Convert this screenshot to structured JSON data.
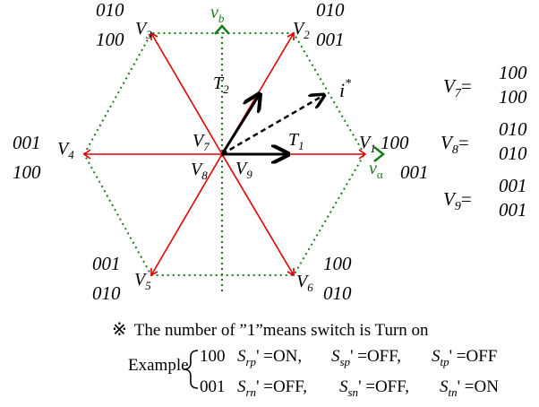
{
  "colors": {
    "vector": "#e00000",
    "boundary": "#1a7a1a",
    "axis": "#1a7a1a",
    "black": "#000000"
  },
  "diagram": {
    "vectors": {
      "v1": {
        "base": "V",
        "sub": "1",
        "code_top": "100",
        "code_bottom": ""
      },
      "v2": {
        "base": "V",
        "sub": "2",
        "code_top": "010",
        "code_bottom": "001"
      },
      "v3": {
        "base": "V",
        "sub": "3",
        "code_top": "010",
        "code_bottom": "100"
      },
      "v4": {
        "base": "V",
        "sub": "4",
        "code_top": "001",
        "code_bottom": "100"
      },
      "v5": {
        "base": "V",
        "sub": "5",
        "code_top": "001",
        "code_bottom": "010"
      },
      "v6": {
        "base": "V",
        "sub": "6",
        "code_top": "100",
        "code_bottom": "010"
      },
      "v7": {
        "base": "V",
        "sub": "7"
      },
      "v8": {
        "base": "V",
        "sub": "8"
      },
      "v9": {
        "base": "V",
        "sub": "9"
      }
    },
    "axes": {
      "alpha": {
        "base": "v",
        "sub": "α"
      },
      "beta": {
        "base": "v",
        "sub": "b"
      }
    },
    "arrows": {
      "t1": {
        "base": "T",
        "sub": "1"
      },
      "t2": {
        "base": "T",
        "sub": "2"
      },
      "istar": {
        "base": "i",
        "sup": "*"
      }
    },
    "zero_vectors": [
      {
        "base": "V",
        "sub": "7",
        "eq": "=",
        "top": "100",
        "bottom": "100"
      },
      {
        "base": "V",
        "sub": "8",
        "eq": "=",
        "top": "010",
        "bottom": "010"
      },
      {
        "base": "V",
        "sub": "9",
        "eq": "=",
        "top": "001",
        "bottom": "001"
      }
    ],
    "code_001_left": "001",
    "code_001_right": "001"
  },
  "note": {
    "symbol": "※",
    "text": "The number of ”1”means switch is Turn on"
  },
  "example": {
    "label": "Example",
    "rows": [
      {
        "code": "100",
        "items": [
          {
            "s": "S",
            "sub": "rp",
            "val": "' =ON,"
          },
          {
            "s": "S",
            "sub": "sp",
            "val": "' =OFF,"
          },
          {
            "s": "S",
            "sub": "tp",
            "val": "' =OFF"
          }
        ]
      },
      {
        "code": "001",
        "items": [
          {
            "s": "S",
            "sub": "rn",
            "val": "' =OFF,"
          },
          {
            "s": "S",
            "sub": "sn",
            "val": "' =OFF,"
          },
          {
            "s": "S",
            "sub": "tn",
            "val": "' =ON"
          }
        ]
      }
    ]
  }
}
